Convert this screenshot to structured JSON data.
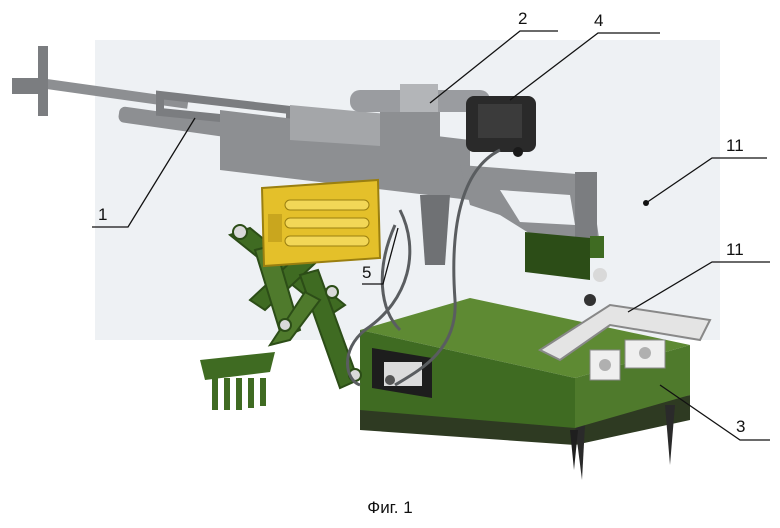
{
  "figure": {
    "caption": "Фиг. 1",
    "callouts": [
      {
        "id": "c1",
        "label": "1"
      },
      {
        "id": "c2",
        "label": "2"
      },
      {
        "id": "c4",
        "label": "4"
      },
      {
        "id": "c5",
        "label": "5"
      },
      {
        "id": "c11a",
        "label": "11"
      },
      {
        "id": "c11b",
        "label": "11"
      },
      {
        "id": "c3",
        "label": "3"
      }
    ],
    "colors": {
      "weapon": "#8d8f92",
      "weapon_dark": "#5f6266",
      "mount": "#3f6b22",
      "mount_dark": "#2c4d17",
      "ammo_box": "#e4c02a",
      "optic": "#2a2a2a",
      "base_box": "#4f7a2c",
      "base_dark": "#34541c",
      "background_panel": "#eef1f4"
    }
  }
}
